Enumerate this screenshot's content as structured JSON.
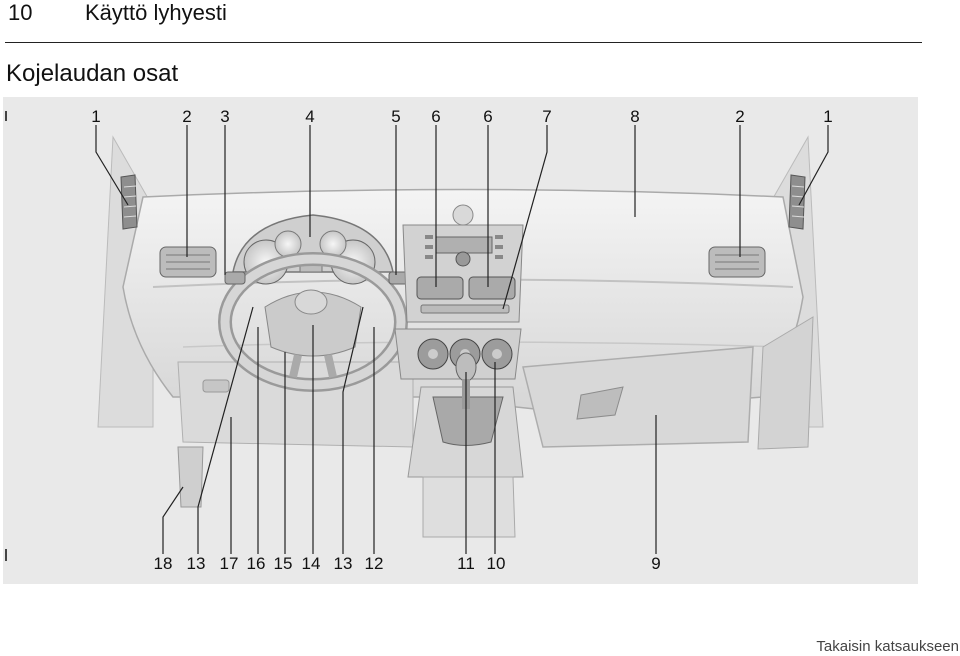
{
  "header": {
    "page_number": "10",
    "section_title": "Käyttö lyhyesti"
  },
  "heading": "Kojelaudan osat",
  "figure": {
    "callouts_top": [
      "1",
      "2",
      "3",
      "4",
      "5",
      "6",
      "6",
      "7",
      "8",
      "2",
      "1"
    ],
    "callouts_bottom": [
      "18",
      "13",
      "17",
      "16",
      "15",
      "14",
      "13",
      "12",
      "11",
      "10",
      "9"
    ]
  },
  "footer": {
    "back_link": "Takaisin katsaukseen"
  }
}
